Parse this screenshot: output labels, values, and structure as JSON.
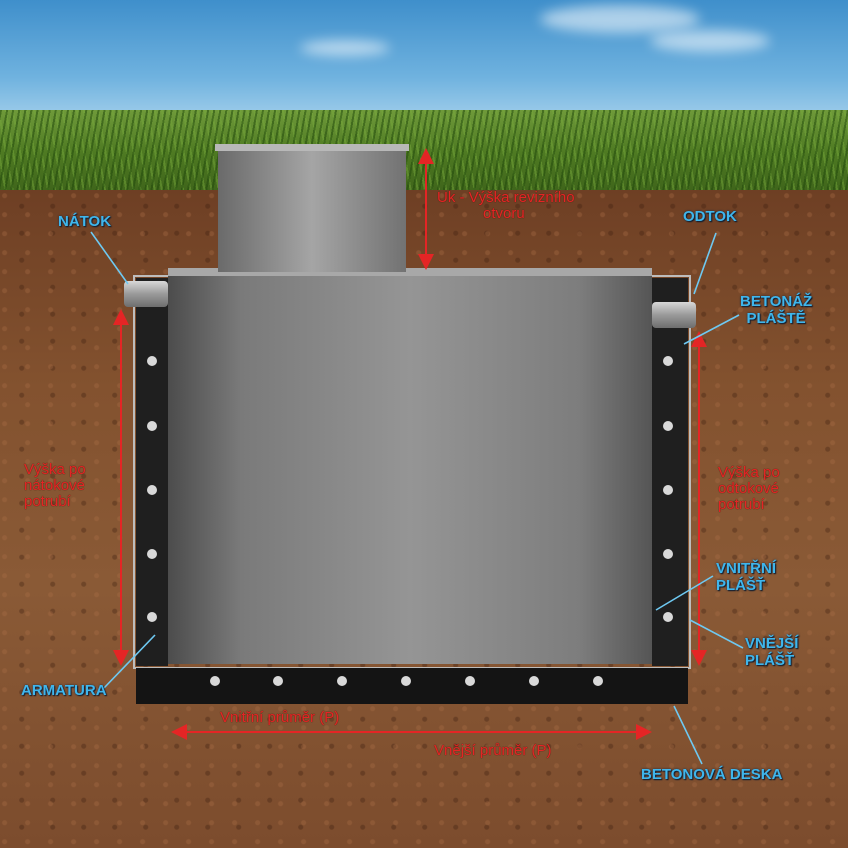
{
  "labels": {
    "natok": "NÁTOK",
    "odtok": "ODTOK",
    "betonaz_plaste": [
      "BETONÁŽ",
      "PLÁŠTĚ"
    ],
    "vnitrni_plast": [
      "VNITŘNÍ",
      "PLÁŠŤ"
    ],
    "vnejsi_plast": [
      "VNĚJŠÍ",
      "PLÁŠŤ"
    ],
    "armatura": "ARMATURA",
    "betonova_deska": "BETONOVÁ DESKA",
    "uk_vyska": [
      "Uk - Výška revizního",
      "otvoru"
    ],
    "vyska_natok": [
      "Výška po",
      "nátokové",
      "potrubí"
    ],
    "vyska_odtok": [
      "Výška po",
      "odtokové",
      "potrubí"
    ],
    "vnitrni_prumer": "Vnitřní průměr (P)",
    "vnejsi_prumer": "Vnější průměr (P)"
  },
  "colors": {
    "label_blue": "#3fb6ec",
    "dimension_red": "#e42525",
    "tank_grey": "#8a8a8a",
    "concrete_shell": "#1e1e1e"
  }
}
